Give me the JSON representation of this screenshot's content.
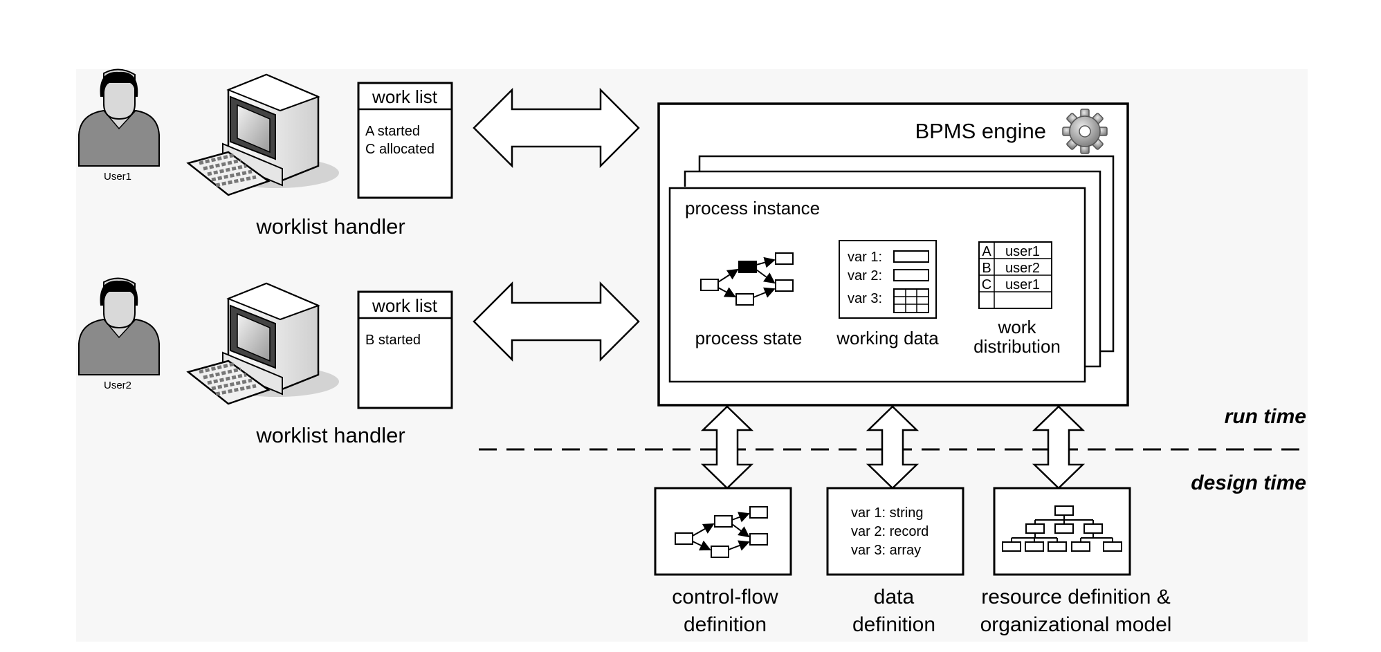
{
  "users": [
    {
      "label": "User1"
    },
    {
      "label": "User2"
    }
  ],
  "handlers": [
    {
      "caption": "worklist handler",
      "worklist_title": "work list",
      "items": [
        "A started",
        "C allocated"
      ]
    },
    {
      "caption": "worklist handler",
      "worklist_title": "work list",
      "items": [
        "B started"
      ]
    }
  ],
  "engine": {
    "title": "BPMS engine",
    "instance_label": "process instance",
    "state_caption": "process state",
    "data_caption": "working data",
    "data_vars": [
      "var 1:",
      "var 2:",
      "var 3:"
    ],
    "distribution_caption": [
      "work",
      "distribution"
    ],
    "distribution_rows": [
      {
        "task": "A",
        "user": "user1"
      },
      {
        "task": "B",
        "user": "user2"
      },
      {
        "task": "C",
        "user": "user1"
      },
      {
        "task": "",
        "user": ""
      }
    ]
  },
  "phases": {
    "run": "run time",
    "design": "design time"
  },
  "definitions": {
    "control_flow": [
      "control-flow",
      "definition"
    ],
    "data": [
      "data",
      "definition"
    ],
    "data_types": [
      "var 1: string",
      "var 2: record",
      "var 3: array"
    ],
    "resource": [
      "resource definition &",
      "organizational model"
    ]
  }
}
